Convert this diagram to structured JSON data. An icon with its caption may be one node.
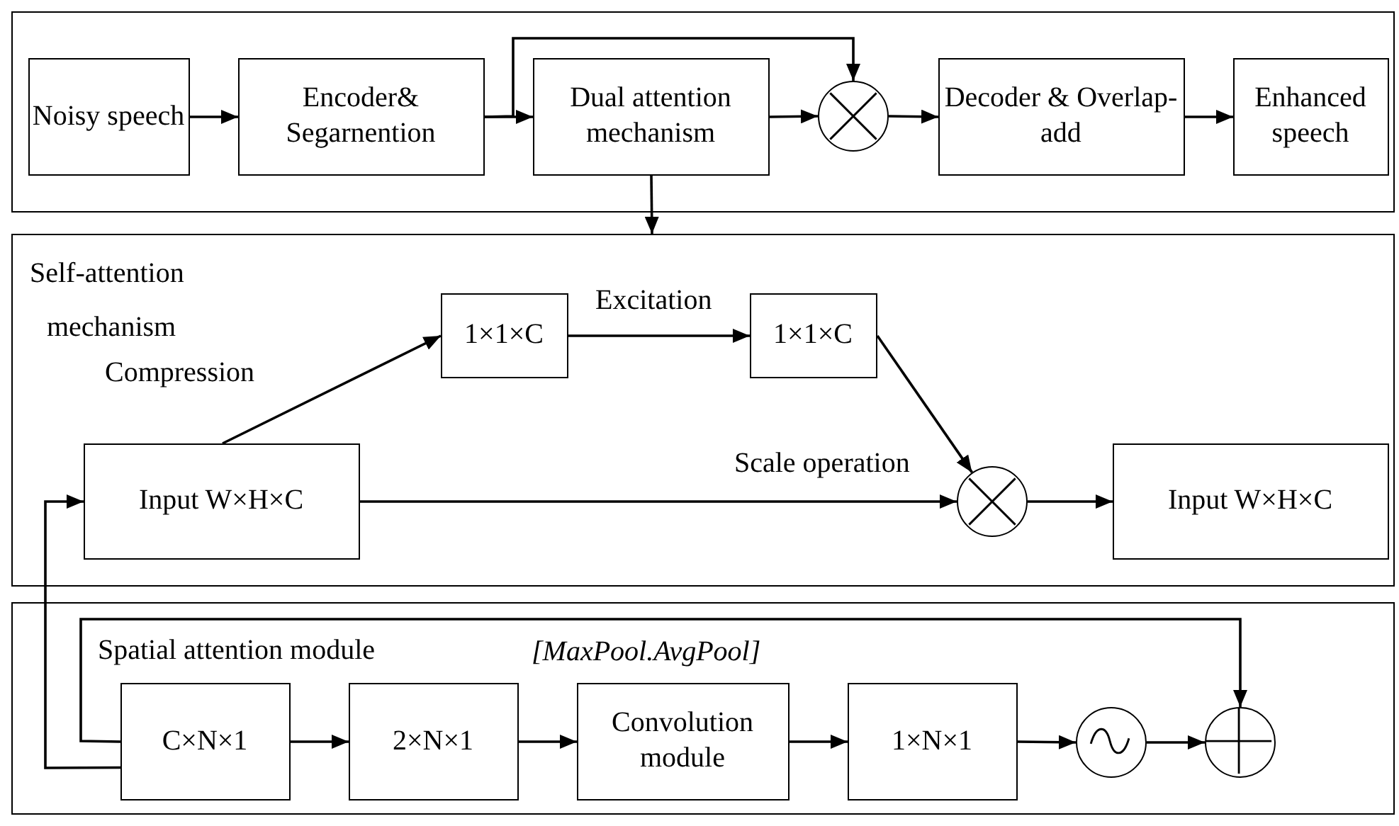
{
  "diagram": {
    "nodes": [
      {
        "text": [],
        "shape": "box"
      },
      {
        "text": [
          "Noisy speech"
        ],
        "in": 0
      },
      {
        "text": [
          "Encoder& Segarnention"
        ],
        "in": 0
      },
      {
        "text": [
          "Dual attention mechanism"
        ],
        "in": 0
      },
      {
        "text": [],
        "shape": "circle",
        "in": 0
      },
      {
        "text": [
          "Decoder & Overlap-add"
        ],
        "in": 0
      },
      {
        "text": [
          "Enhanced speech"
        ],
        "in": 0
      },
      {
        "text": [
          "Self-attention mechanism"
        ]
      },
      {
        "text": [
          "1×1×C"
        ],
        "in": 7
      },
      {
        "text": [
          "1×1×C"
        ],
        "in": 7
      },
      {
        "text": [
          "Input W×H×C"
        ],
        "in": 7
      },
      {
        "text": [],
        "shape": "circle",
        "in": 7
      },
      {
        "text": [
          "Input W×H×C"
        ],
        "in": 7
      },
      {
        "text": [
          "Spatial attention module"
        ]
      },
      {
        "text": [
          "C×N×1"
        ],
        "in": 13
      },
      {
        "text": [
          "2×N×1"
        ],
        "in": 13
      },
      {
        "text": [
          "Convolution module"
        ],
        "in": 13
      },
      {
        "text": [
          "1×N×1"
        ],
        "in": 13
      },
      {
        "text": [],
        "shape": "circle",
        "in": 13
      },
      {
        "text": [],
        "shape": "circle",
        "in": 13
      }
    ],
    "edges": [
      {
        "from": 1,
        "to": 2,
        "arrow": "to"
      },
      {
        "from": 2,
        "to": 3,
        "arrow": "to"
      },
      {
        "from": 2,
        "to": 4,
        "arrow": "to"
      },
      {
        "from": 3,
        "to": 4,
        "arrow": "to"
      },
      {
        "from": 4,
        "to": 5,
        "arrow": "to"
      },
      {
        "from": 5,
        "to": 6,
        "arrow": "to"
      },
      {
        "from": 3,
        "to": 7,
        "arrow": "to"
      },
      {
        "from": 10,
        "to": 8,
        "arrow": "to",
        "label": "Compression"
      },
      {
        "from": 8,
        "to": 9,
        "arrow": "to",
        "label": "Excitation"
      },
      {
        "from": 9,
        "to": 11,
        "arrow": "to"
      },
      {
        "from": 10,
        "to": 11,
        "arrow": "to",
        "label": "Scale operation"
      },
      {
        "from": 11,
        "to": 12,
        "arrow": "to"
      },
      {
        "from": 14,
        "to": 10,
        "arrow": "to"
      },
      {
        "from": 14,
        "to": 15,
        "arrow": "to"
      },
      {
        "from": 15,
        "to": 16,
        "arrow": "to"
      },
      {
        "from": 16,
        "to": 17,
        "arrow": "to"
      },
      {
        "from": 17,
        "to": 18,
        "arrow": "to"
      },
      {
        "from": 18,
        "to": 19,
        "arrow": "to"
      },
      {
        "from": 14,
        "to": 19,
        "arrow": "to"
      }
    ],
    "labels": [
      "[MaxPool.AvgPool]"
    ]
  }
}
